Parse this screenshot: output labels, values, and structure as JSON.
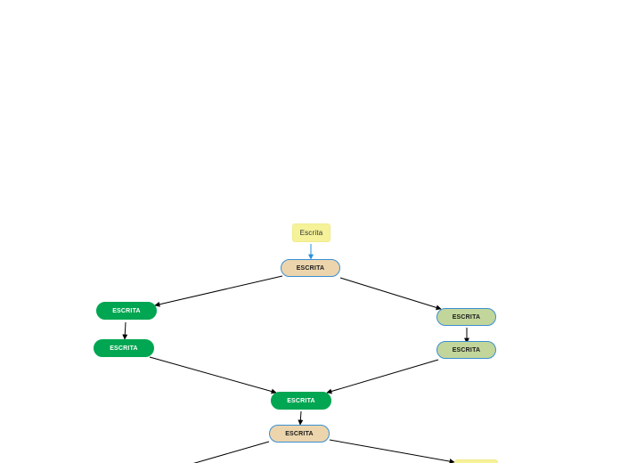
{
  "colors": {
    "tan": "#ecd5ad",
    "green": "#00a651",
    "light_green": "#c2d69b",
    "note_yellow": "#f5f29a",
    "node_border_blue": "#3a8fd0",
    "edge_black": "#000000",
    "edge_blue": "#2a8fd6"
  },
  "nodes": {
    "note_top": "Escrita",
    "root": "ESCRITA",
    "left_1": "ESCRITA",
    "left_2": "ESCRITA",
    "right_1": "ESCRITA",
    "right_2": "ESCRITA",
    "merge": "ESCRITA",
    "bottom": "ESCRITA",
    "note_bottom_right": ""
  }
}
